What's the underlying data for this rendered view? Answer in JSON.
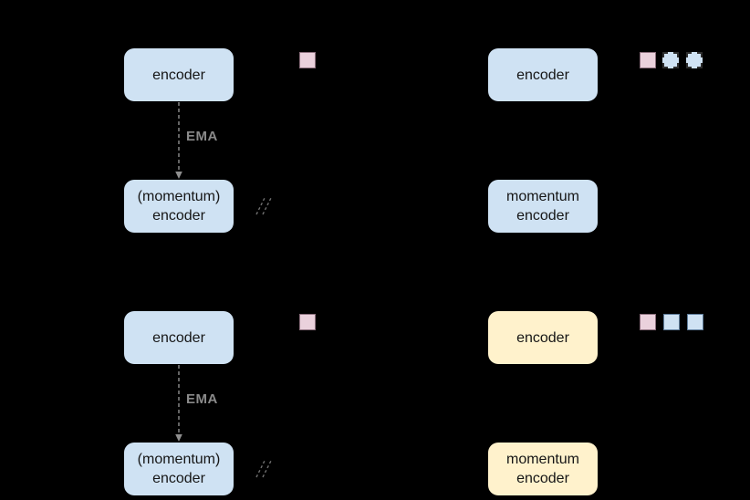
{
  "colors": {
    "background": "#000000",
    "encoder_blue": "#cfe2f3",
    "encoder_yellow": "#fff2cc",
    "token_pink": "#ead1dc",
    "token_blue": "#cfe2f3",
    "token_pink_border": "#8c707e",
    "token_blue_border": "#5f7d9b",
    "token_dashed_border": "#2e2e2e",
    "arrow_gray": "#8f8f8f",
    "label_gray": "#8a8a8a",
    "stopgrad_gray": "#6f6f6f",
    "box_text": "#161616"
  },
  "panels": {
    "top_left": {
      "encoder_label": "encoder",
      "ema_label": "EMA",
      "momentum_encoder_line1": "(momentum)",
      "momentum_encoder_line2": "encoder"
    },
    "top_right": {
      "encoder_label": "encoder",
      "momentum_encoder_line1": "momentum",
      "momentum_encoder_line2": "encoder"
    },
    "bottom_left": {
      "encoder_label": "encoder",
      "ema_label": "EMA",
      "momentum_encoder_line1": "(momentum)",
      "momentum_encoder_line2": "encoder"
    },
    "bottom_right": {
      "encoder_label": "encoder",
      "momentum_encoder_line1": "momentum",
      "momentum_encoder_line2": "encoder"
    }
  }
}
